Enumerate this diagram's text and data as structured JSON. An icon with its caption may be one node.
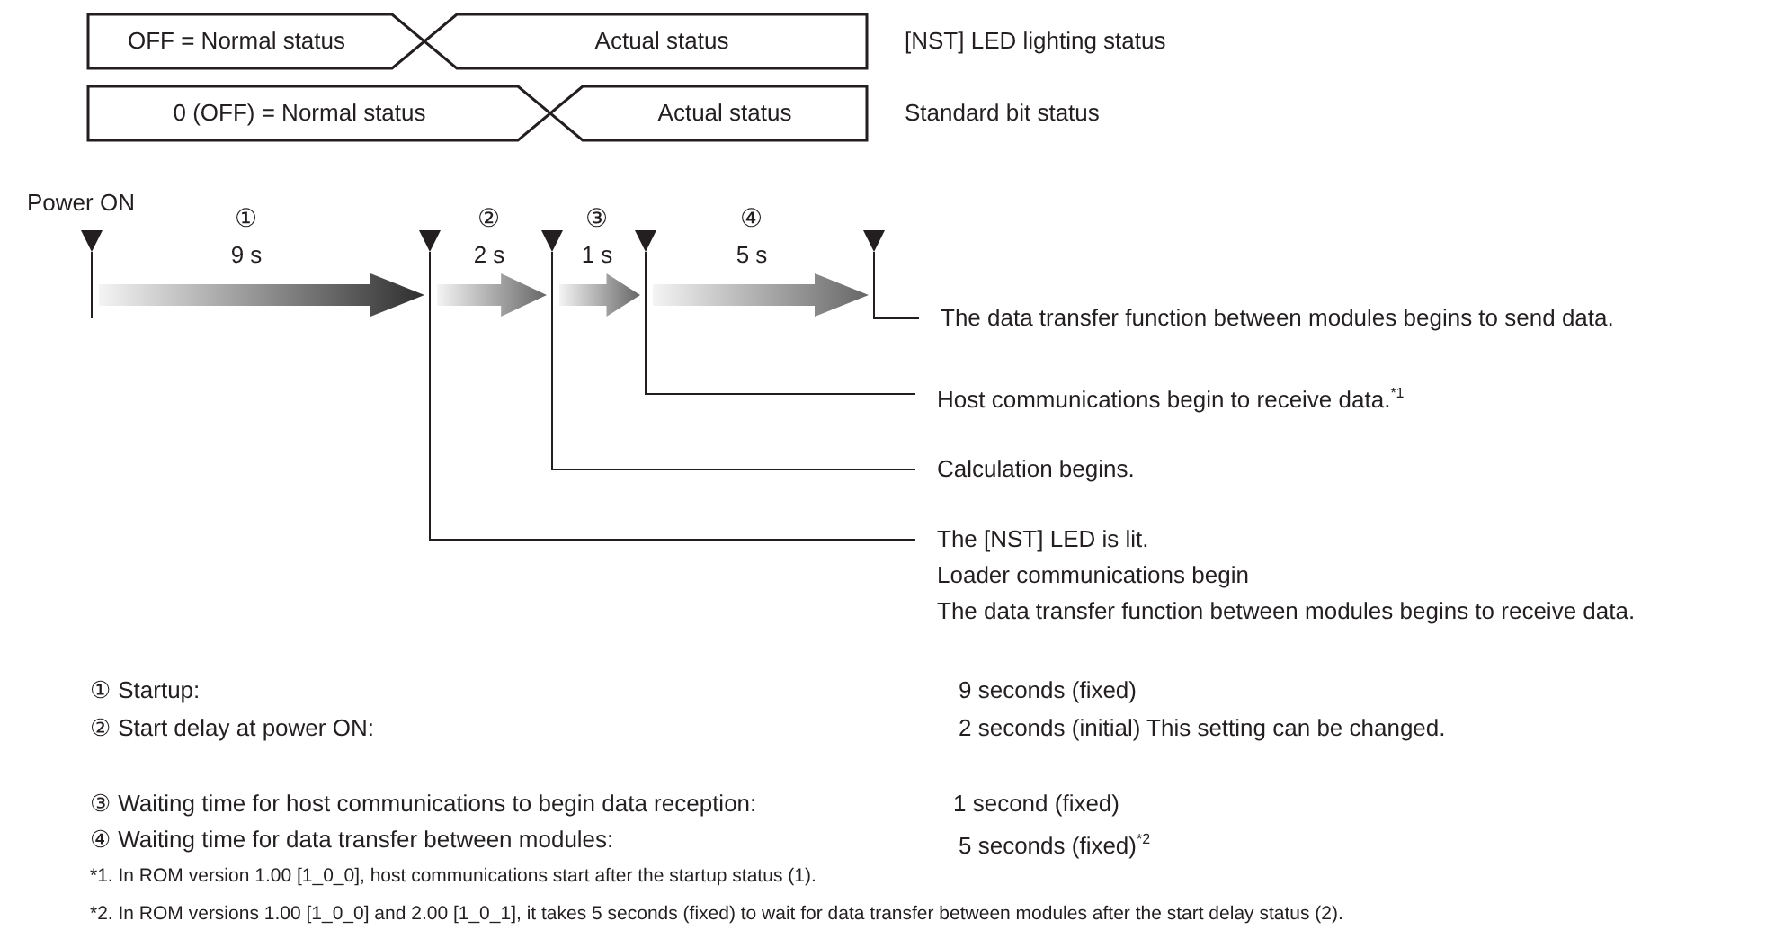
{
  "diagram": {
    "nodes": [
      {
        "text": [
          "OFF = Normal status"
        ]
      },
      {
        "text": [
          "Actual status"
        ]
      },
      {
        "text": [
          "0 (OFF) = Normal status"
        ]
      },
      {
        "text": [
          "Actual status"
        ]
      },
      {
        "text": [],
        "shape": "triangle"
      },
      {
        "text": [],
        "shape": "triangle"
      },
      {
        "text": [],
        "shape": "triangle"
      },
      {
        "text": [],
        "shape": "triangle"
      },
      {
        "text": [],
        "shape": "triangle"
      },
      {
        "text": [
          "The data transfer function between modules begins to send data."
        ]
      },
      {
        "text": [
          "Host communications begin to receive data.$^{*1}$"
        ]
      },
      {
        "text": [
          "Calculation begins."
        ]
      },
      {
        "text": [
          "The [NST] LED is lit.",
          "Loader communications begin",
          "The data transfer function between modules begins to receive data."
        ]
      }
    ],
    "edges": [
      {
        "from": 4,
        "to": 5,
        "arrow": "to",
        "style": "thick",
        "color": "#2e2e2e"
      },
      {
        "from": 5,
        "to": 6,
        "arrow": "to",
        "style": "thick"
      },
      {
        "from": 6,
        "to": 7,
        "arrow": "to",
        "style": "thick"
      },
      {
        "from": 7,
        "to": 8,
        "arrow": "to",
        "style": "thick"
      },
      {
        "from": 9,
        "to": 8,
        "arrow": "none"
      },
      {
        "from": 10,
        "to": 7,
        "arrow": "none"
      },
      {
        "from": 11,
        "to": 6,
        "arrow": "none"
      },
      {
        "from": 12,
        "to": 5,
        "arrow": "none"
      }
    ],
    "labels": [
      "[NST] LED lighting status",
      "Standard bit status",
      "Power ON",
      "①",
      "9 s",
      "②",
      "2 s",
      "③",
      "1 s",
      "④",
      "5 s",
      "① Startup:",
      "9 seconds (fixed)",
      "② Start delay at power ON:",
      "2 seconds (initial) This setting can be changed.",
      "③ Waiting time for host communications to begin data reception:",
      "1 second (fixed)",
      "④ Waiting time for data transfer between modules:",
      "5 seconds (fixed)$^{*2}$",
      "*1. In ROM version 1.00 [1_0_0], host communications start after the startup status (1).",
      "*2. In ROM versions 1.00 [1_0_0] and 2.00 [1_0_1], it takes 5 seconds (fixed) to wait for data transfer between modules after the start delay status (2)."
    ]
  }
}
